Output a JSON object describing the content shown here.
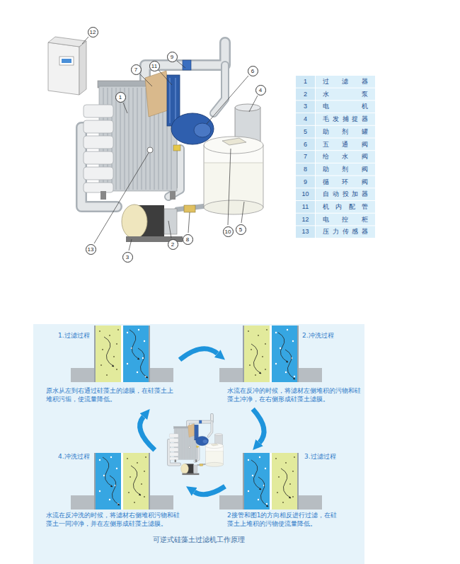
{
  "diagram": {
    "caption": "可逆式硅藻土过滤机工作原理",
    "nodes": [
      {
        "text": [
          "1.过滤过程",
          "原水从左到右通过硅藻土的滤膜，在硅藻土上堆积污垢，使流量降低。"
        ]
      },
      {
        "text": [
          "2.冲洗过程",
          "水流在反冲的时候，将滤材左侧堆积的污物和硅藻土冲净，在右侧形成硅藻土滤膜。"
        ]
      },
      {
        "text": [
          "4.冲洗过程",
          "水流在反冲洗的时候，将滤材右侧堆积污物和硅藻土一同冲净，并在左侧形成硅藻土滤膜。"
        ]
      },
      {
        "text": [
          "3.过滤过程",
          "2接管和图1的方向相反进行过滤，在硅藻土上堆积的污物使流量降低。"
        ]
      }
    ],
    "edges": [
      {
        "from": 0,
        "to": 1,
        "arrow": "to"
      },
      {
        "from": 1,
        "to": 3,
        "arrow": "to"
      },
      {
        "from": 3,
        "to": 2,
        "arrow": "to"
      },
      {
        "from": 2,
        "to": 0,
        "arrow": "to"
      }
    ],
    "labels": [
      "12",
      "9",
      "11",
      "7",
      "6",
      "1",
      "4",
      "13",
      "3",
      "2",
      "8",
      "10",
      "5",
      "1",
      "过 滤 器",
      "2",
      "水 泵",
      "3",
      "电 机",
      "4",
      "毛发捕捉器",
      "5",
      "助 剂 罐",
      "6",
      "五 通 阀",
      "7",
      "给 水 阀",
      "8",
      "助 剂 阀",
      "9",
      "循 环 阀",
      "10",
      "自动投加器",
      "11",
      "机 内 配 管",
      "12",
      "电 控 柜",
      "13",
      "压力传感器"
    ]
  }
}
